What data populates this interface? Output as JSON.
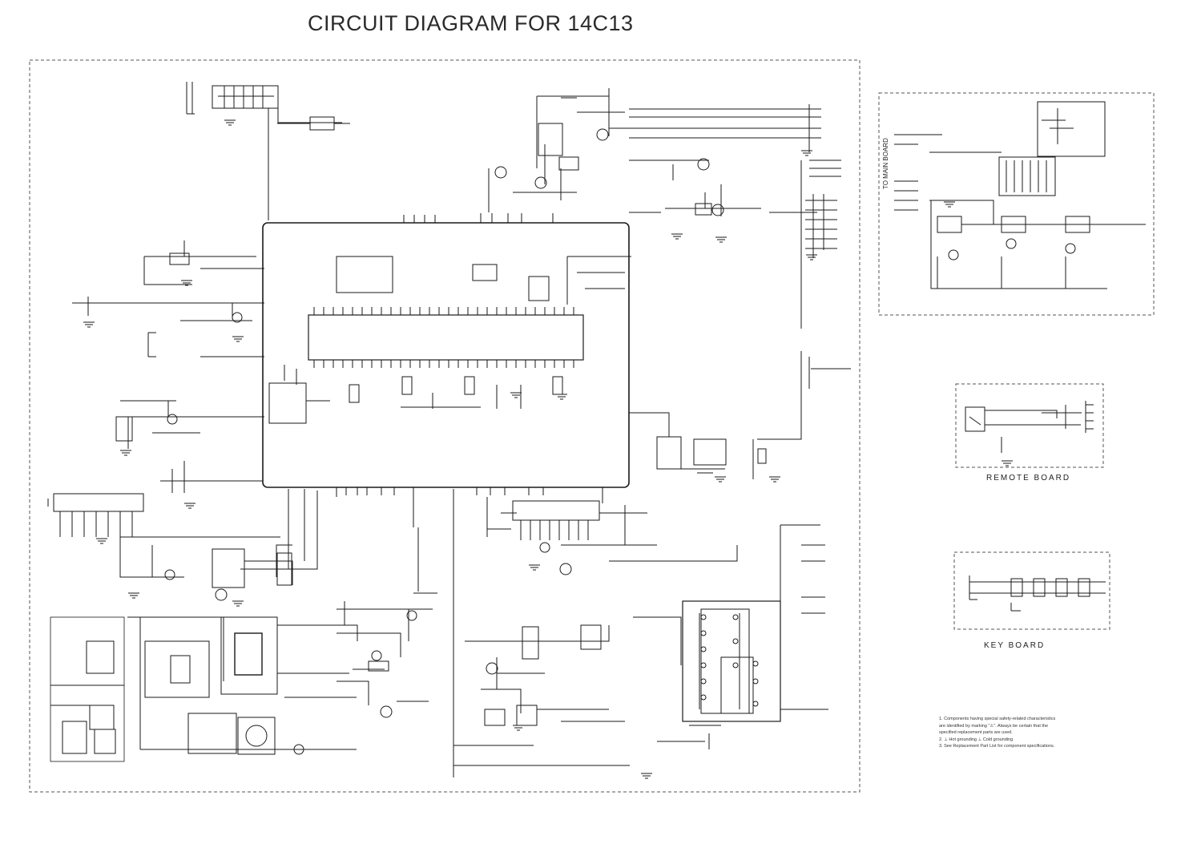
{
  "title": "CIRCUIT DIAGRAM FOR 14C13",
  "panels": {
    "to_main_board": "TO MAIN BOARD",
    "remote_board": "REMOTE  BOARD",
    "key_board": "KEY  BOARD"
  },
  "notes": [
    "1. Components having special safety-related characteristics",
    "are identified by marking \"⚠\". Always be certain that the",
    "specified replacement parts are used.",
    "2. ⊥ Hot grounding   ⊥ Cold grounding",
    "3. See Replacement Part List for component specifications."
  ],
  "colors": {
    "line": "#1a1a1a",
    "dash": "#555555",
    "background": "#ffffff"
  }
}
